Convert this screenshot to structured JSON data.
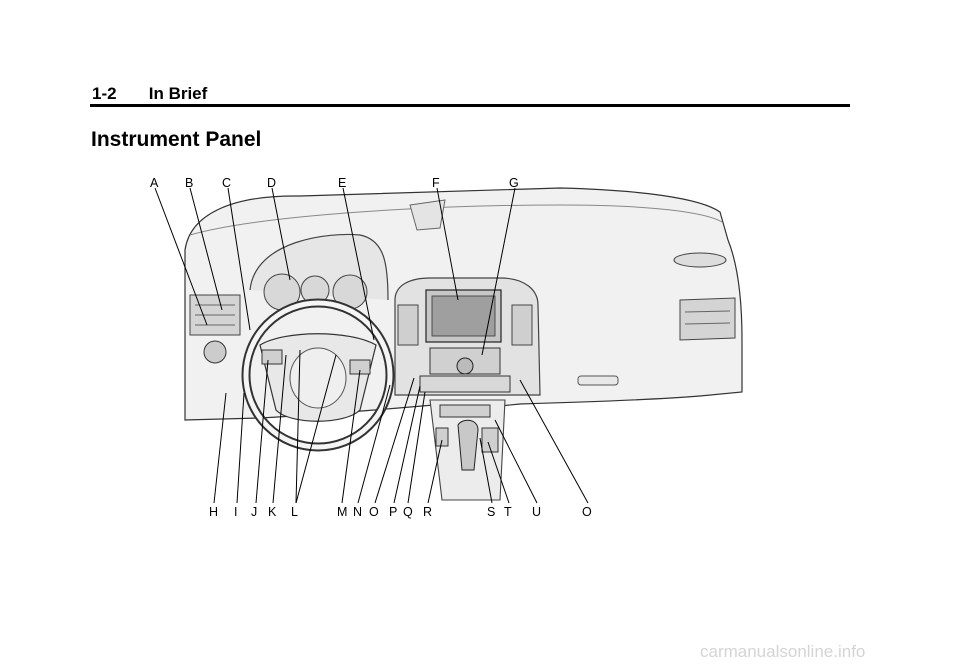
{
  "header": {
    "page_number": "1-2",
    "section": "In Brief"
  },
  "page_title": "Instrument Panel",
  "callouts_top": [
    "A",
    "B",
    "C",
    "D",
    "E",
    "F",
    "G"
  ],
  "callouts_bottom": [
    "H",
    "I",
    "J",
    "K",
    "L",
    "M",
    "N",
    "O",
    "P",
    "Q",
    "R",
    "S",
    "T",
    "U",
    "O"
  ],
  "watermark": "carmanualsonline.info"
}
